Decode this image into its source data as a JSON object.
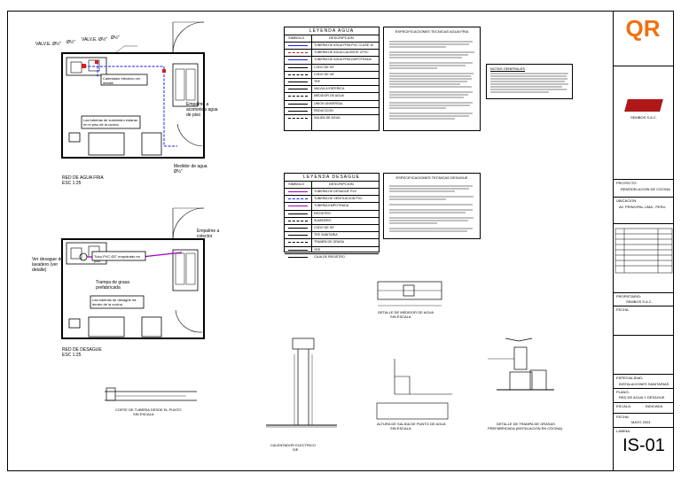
{
  "sheet": {
    "plan_water": {
      "title": "RED DE AGUA FRIA",
      "scale": "ESC 1:25"
    },
    "plan_drain": {
      "title": "RED DE DESAGUE",
      "scale": "ESC 1:25"
    },
    "callouts": {
      "vlv1": "VALV.E. Ø½\"",
      "vlv1b": "Ø½\"",
      "vlv2": "VALV.E. Ø½\"",
      "vlv2b": "Ø½\"",
      "calentador": "Calentador eléctrico ver detalle",
      "empalme": "Empalme a acometida agua de piso",
      "tuberia_water": "Las tuberias de suministro estaran en el piso de la cocina",
      "medidor": "Medidor de agua Ø½\"",
      "empalme_drain": "Empalme a colector",
      "ver_desague": "Ver desague de lavadero (ver detalle)",
      "trampa": "Trampa de grasa prefabricada",
      "tuberia_drain": "Las tuberias de desagüe ira dentro de la cocina",
      "ducto": "Tubo PVC Ø2\" empotrado en piso"
    },
    "legend_water": {
      "title": "LEYENDA  AGUA",
      "col1": "SIMBOLO",
      "col2": "DESCRIPCION",
      "rows": [
        "TUBERIA DE AGUA FRIA PVC CLASE 10",
        "TUBERIA DE AGUA CALIENTE CPVC",
        "TUBERIA DE AGUA FRIA EMPOTRADA",
        "CODO DE 90°",
        "CODO DE 45°",
        "TEE",
        "VALVULA ESFERICA",
        "MEDIDOR DE AGUA",
        "UNION UNIVERSAL",
        "REDUCCION",
        "SALIDA DE AGUA"
      ]
    },
    "legend_drain": {
      "title": "LEYENDA  DESAGUE",
      "col1": "SIMBOLO",
      "col2": "DESCRIPCION",
      "rows": [
        "TUBERIA DE DESAGUE PVC",
        "TUBERIA DE VENTILACION PVC",
        "TUBERIA EMPOTRADA",
        "REGISTRO",
        "SUMIDERO",
        "CODO DE 90°",
        "TEE SANITARIA",
        "TRAMPA DE GRASA",
        "YEE",
        "CAJA DE REGISTRO"
      ]
    },
    "specs_water": {
      "title": "ESPECIFICACIONES TECNICAS AGUA FRIA"
    },
    "specs_drain": {
      "title": "ESPECIFICACIONES TECNICAS DESAGUE"
    },
    "notes": {
      "title": "NOTAS GENERALES"
    },
    "details": {
      "medidor": "DETALLE DE MEDIDOR DE AGUA",
      "medidor_sub": "SIN ESCALA",
      "calentador": "CALENTADOR ELECTRICO",
      "calentador_sub": "S/E",
      "altura": "ALTURA DE SALIDA DE PUNTO DE AGUA",
      "altura_sub": "SIN ESCALA",
      "trampa": "DETALLE DE TRAMPA DE GRASAS",
      "trampa_sub": "PREFABRICADA (INSTALACION EN COCINA)",
      "corte": "CORTE DE TUBERIA DESDE EL PUNTO",
      "corte_sub": "SIN ESCALA"
    },
    "titleblock": {
      "logo": "QR",
      "company": "SEMBOS S.A.C.",
      "proyecto_label": "PROYECTO:",
      "proyecto": "REMODELACION DE COCINA",
      "ubicacion_label": "UBICACION:",
      "ubicacion": "AV. PRINCIPAL LIMA - PERU",
      "propietario_label": "PROPIETARIO:",
      "propietario": "SEMBOS S.A.C.",
      "fecha_label": "FECHA:",
      "especialidad_label": "ESPECIALIDAD:",
      "especialidad": "INSTALACIONES SANITARIAS",
      "plano_label": "PLANO:",
      "plano": "RED DE AGUA Y DESAGUE",
      "escala_label": "ESCALA:",
      "escala": "INDICADA",
      "fecha": "MAYO 2024",
      "lamina_label": "LAMINA:",
      "lamina": "IS-01"
    },
    "colors": {
      "water": "#1a1aff",
      "drain": "#a000c0",
      "logo": "#f07010",
      "red": "#d02020"
    }
  }
}
